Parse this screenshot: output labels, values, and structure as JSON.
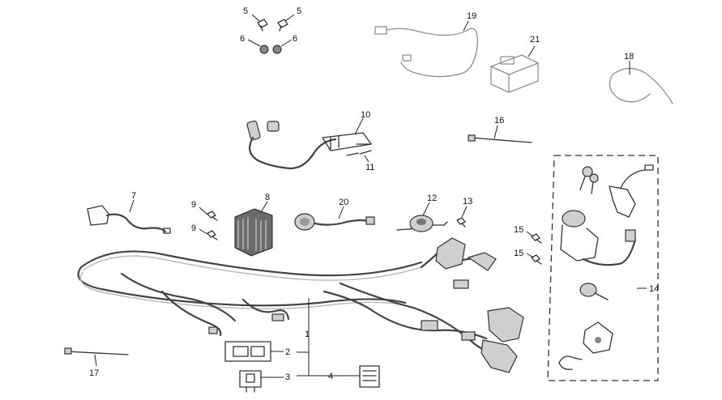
{
  "callouts": {
    "n1": "1",
    "n2": "2",
    "n3": "3",
    "n4": "4",
    "n5a": "5",
    "n5b": "5",
    "n6a": "6",
    "n6b": "6",
    "n7": "7",
    "n8": "8",
    "n9a": "9",
    "n9b": "9",
    "n10": "10",
    "n11": "11",
    "n12": "12",
    "n13": "13",
    "n14": "14",
    "n15a": "15",
    "n15b": "15",
    "n16": "16",
    "n17": "17",
    "n18": "18",
    "n19": "19",
    "n20": "20",
    "n21": "21"
  }
}
